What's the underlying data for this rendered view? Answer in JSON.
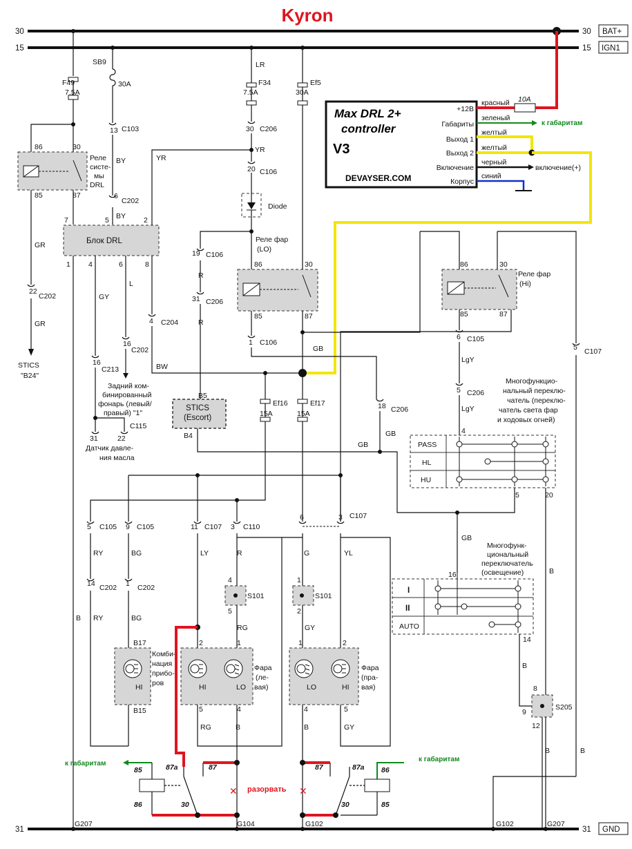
{
  "title": "Kyron",
  "rails": {
    "bat_left": "30",
    "bat_right": "30",
    "bat_tag": "BAT+",
    "ign_left": "15",
    "ign_right": "15",
    "ign_tag": "IGN1",
    "gnd_left": "31",
    "gnd_right": "31",
    "gnd_tag": "GND"
  },
  "controller": {
    "line1": "Max DRL 2+",
    "line2": "controller",
    "version": "V3",
    "site": "DEVAYSER.COM",
    "pins": [
      "+12В",
      "Габариты",
      "Выход 1",
      "Выход 2",
      "Включение",
      "Корпус"
    ],
    "wires": [
      "красный",
      "зеленый",
      "желтый",
      "желтый",
      "черный",
      "синий"
    ],
    "fuse": "10A",
    "to_gabarity": "к габаритам",
    "to_enable": "включение(+)"
  },
  "fuses": {
    "f49": "F49",
    "f49_a": "7.5A",
    "sb9": "SB9",
    "sb9_a": "30A",
    "f34": "F34",
    "f34_a": "7.5A",
    "lr": "LR",
    "ef5": "Ef5",
    "ef5_a": "30A",
    "ef16": "Ef16",
    "ef16_a": "15A",
    "ef17": "Ef17",
    "ef17_a": "15A"
  },
  "drl_relay": {
    "p86": "86",
    "p30": "30",
    "p85": "85",
    "p87": "87",
    "label": [
      "Реле",
      "систе-",
      "мы",
      "DRL"
    ]
  },
  "drl_block": {
    "label": "Блок DRL",
    "pins_top": [
      "7",
      "5",
      "2"
    ],
    "pins_bottom": [
      "1",
      "4",
      "6",
      "8"
    ]
  },
  "connectors": {
    "c103": "C103",
    "c103n": "13",
    "c202a": "C202",
    "c202a_n": "6",
    "c206a": "C206",
    "c206a_n": "30",
    "c106a": "C106",
    "c106a_n": "20",
    "c106b": "C106",
    "c106b_n": "19",
    "c206b": "C206",
    "c206b_n": "31",
    "c202b": "C202",
    "c202b_n": "22",
    "c204": "C204",
    "c204_n": "4",
    "c202c": "C202",
    "c202c_n": "16",
    "c213": "C213",
    "c213_n": "16",
    "c115": "C115",
    "c115_a": "31",
    "c115_b": "22",
    "c106c": "C106",
    "c106c_n": "1",
    "c105a": "C105",
    "c105a_n": "6",
    "c206c": "C206",
    "c206c_n": "5",
    "c206d": "C206",
    "c206d_n": "18",
    "c107a": "C107",
    "c107a_n": "5",
    "c105b": "C105",
    "c105b_n": "5",
    "c105c": "C105",
    "c105c_n": "9",
    "c107b": "C107",
    "c107b_n": "11",
    "c110": "C110",
    "c110_n": "3",
    "c107c": "C107",
    "c107c_n6": "6",
    "c107c_n3": "3",
    "c202d": "C202",
    "c202d_n": "14",
    "c202e": "C202",
    "c202e_n": "1"
  },
  "wire_colors": {
    "by1": "BY",
    "by2": "BY",
    "yr1": "YR",
    "yr2": "YR",
    "gr1": "GR",
    "gr2": "GR",
    "gy": "GY",
    "l": "L",
    "bw": "BW",
    "r1": "R",
    "r2": "R",
    "gb1": "GB",
    "gb2": "GB",
    "gb3": "GB",
    "gb4": "GB",
    "lgy1": "LgY",
    "lgy2": "LgY",
    "ry1": "RY",
    "ry2": "RY",
    "bg1": "BG",
    "bg2": "BG",
    "ly": "LY",
    "r3": "R",
    "g": "G",
    "yl": "YL",
    "rg1": "RG",
    "gy2": "GY",
    "rg2": "RG",
    "b1": "B",
    "b2": "B",
    "gy3": "GY",
    "b3": "B",
    "b4": "B",
    "b5": "B",
    "b6": "B",
    "b7": "B",
    "b8": "B"
  },
  "diode": "Diode",
  "stics1": [
    "STICS",
    "\"B24\""
  ],
  "stics2": {
    "label1": "STICS",
    "label2": "(Escort)",
    "b5": "B5",
    "b4": "B4"
  },
  "rear_lamp": [
    "Задний ком-",
    "бинированный",
    "фонарь (левый/",
    "правый) \"1\""
  ],
  "oil_sensor": [
    "Датчик давле-",
    "ния масла"
  ],
  "relay_lo": {
    "label": [
      "Реле фар",
      "(LO)"
    ],
    "p86": "86",
    "p30": "30",
    "p85": "85",
    "p87": "87"
  },
  "relay_hi": {
    "label": [
      "Реле фар",
      "(Hi)"
    ],
    "p86": "86",
    "p30": "30",
    "p85": "85",
    "p87": "87"
  },
  "switch1": {
    "label": [
      "Многофункцио-",
      "нальный переклю-",
      "чатель (переклю-",
      "чатель света фар",
      "и ходовых огней)"
    ],
    "rows": [
      "PASS",
      "HL",
      "HU"
    ],
    "pin_top": "4",
    "pin_b1": "5",
    "pin_b2": "20"
  },
  "switch2": {
    "label": [
      "Многофунк-",
      "циональный",
      "переключатель",
      "(освещение)"
    ],
    "rows": [
      "I",
      "II",
      "AUTO"
    ],
    "pin_top": "16",
    "pin_bottom": "14"
  },
  "splices": {
    "s101a": "S101",
    "s101a_t": "4",
    "s101a_b": "5",
    "s101b": "S101",
    "s101b_t": "1",
    "s101b_b": "2",
    "s205": "S205",
    "s205_t": "8",
    "s205_l": "9",
    "s205_b": "12"
  },
  "cluster": {
    "label": [
      "Комби-",
      "нация",
      "прибо-",
      "ров"
    ],
    "b17": "B17",
    "b15": "B15",
    "hi": "HI"
  },
  "head_left": {
    "label": [
      "Фара",
      "(ле-",
      "вая)"
    ],
    "p2": "2",
    "p1": "1",
    "p5": "5",
    "p4": "4",
    "hi": "HI",
    "lo": "LO"
  },
  "head_right": {
    "label": [
      "Фара",
      "(пра-",
      "вая)"
    ],
    "p1": "1",
    "p2": "2",
    "p4": "4",
    "p5": "5",
    "lo": "LO",
    "hi": "HI"
  },
  "add_relay_left": {
    "p85": "85",
    "p86": "86",
    "p87a": "87a",
    "p87": "87",
    "p30": "30",
    "to": "к габаритам"
  },
  "add_relay_right": {
    "p86": "86",
    "p85": "85",
    "p87a": "87a",
    "p87": "87",
    "p30": "30",
    "to": "к габаритам"
  },
  "cut": "разорвать",
  "grounds": {
    "g207a": "G207",
    "g104": "G104",
    "g102a": "G102",
    "g102b": "G102",
    "g207b": "G207"
  },
  "colors": {
    "red": "#e0141e",
    "yellow": "#f2e60a",
    "green": "#108a1c",
    "blue": "#1030c8",
    "module": "#d6d6d6"
  }
}
